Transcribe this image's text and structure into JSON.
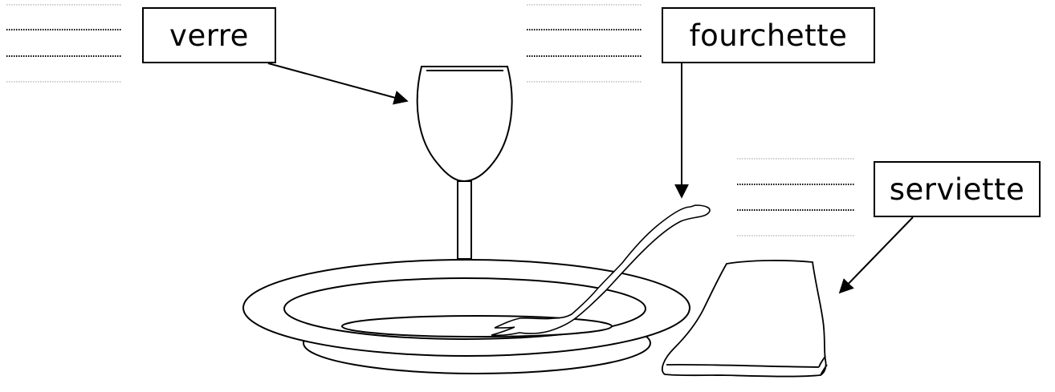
{
  "labels": {
    "verre": "verre",
    "fourchette": "fourchette",
    "serviette": "serviette"
  },
  "colors": {
    "line": "#000000",
    "dots": "#555555",
    "background": "#ffffff"
  }
}
